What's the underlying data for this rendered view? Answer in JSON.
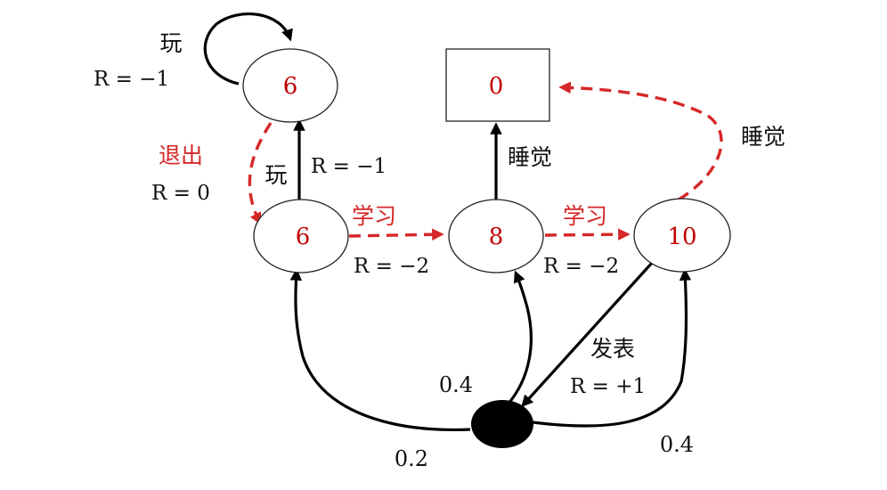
{
  "colors": {
    "optimal_path": "#d62728",
    "node_value": "#c00000",
    "edge": "#000000"
  },
  "nodes": {
    "facebook": {
      "value": "6"
    },
    "class1": {
      "value": "6"
    },
    "class2": {
      "value": "8"
    },
    "class3": {
      "value": "10"
    },
    "sleep": {
      "value": "0"
    }
  },
  "edges": {
    "play_loop": {
      "action": "玩",
      "reward": "R = −1"
    },
    "quit": {
      "action": "退出",
      "reward": "R = 0"
    },
    "play": {
      "action": "玩",
      "reward": "R = −1"
    },
    "study1": {
      "action": "学习",
      "reward": "R = −2"
    },
    "sleep_from_class2": {
      "action": "睡觉"
    },
    "study2": {
      "action": "学习",
      "reward": "R = −2"
    },
    "sleep_from_class3": {
      "action": "睡觉"
    },
    "publish": {
      "action": "发表",
      "reward": "R = +1"
    }
  },
  "chance_outcomes": [
    {
      "target": "class1",
      "probability": "0.2"
    },
    {
      "target": "class2",
      "probability": "0.4"
    },
    {
      "target": "class3",
      "probability": "0.4"
    }
  ]
}
